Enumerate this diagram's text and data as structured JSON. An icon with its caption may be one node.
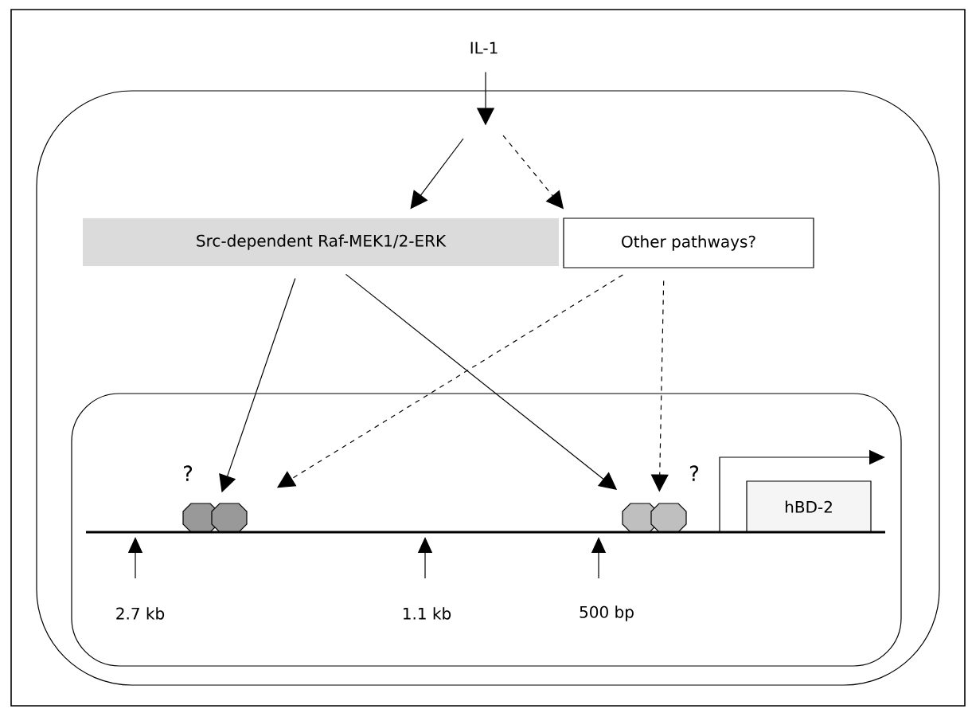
{
  "diagram": {
    "nodes": [
      {
        "text": [],
        "shape": "box"
      },
      {
        "text": [],
        "shape": "box",
        "in": 0
      },
      {
        "text": [
          "IL-1"
        ]
      },
      {
        "text": [
          "Src-dependent Raf-MEK1/2-ERK"
        ],
        "in": 0
      },
      {
        "text": [
          "Other pathways?"
        ],
        "in": 0
      },
      {
        "text": [],
        "shape": "octagon",
        "in": 1
      },
      {
        "text": [],
        "shape": "octagon",
        "in": 1
      },
      {
        "text": [
          "hBD-2"
        ],
        "in": 1
      }
    ],
    "edges": [
      {
        "from": 2,
        "to": 0,
        "arrow": "to"
      },
      {
        "from": null,
        "to": 3,
        "arrow": "to"
      },
      {
        "from": null,
        "to": 4,
        "arrow": "to",
        "style": "dashed"
      },
      {
        "from": 3,
        "to": 5,
        "arrow": "to"
      },
      {
        "from": 4,
        "to": 5,
        "arrow": "to",
        "style": "dashed"
      },
      {
        "from": 3,
        "to": 6,
        "arrow": "to"
      },
      {
        "from": 4,
        "to": 6,
        "arrow": "to",
        "style": "dashed"
      }
    ],
    "labels": [
      "?",
      "?",
      "2.7 kb",
      "1.1 kb",
      "500 bp"
    ]
  }
}
